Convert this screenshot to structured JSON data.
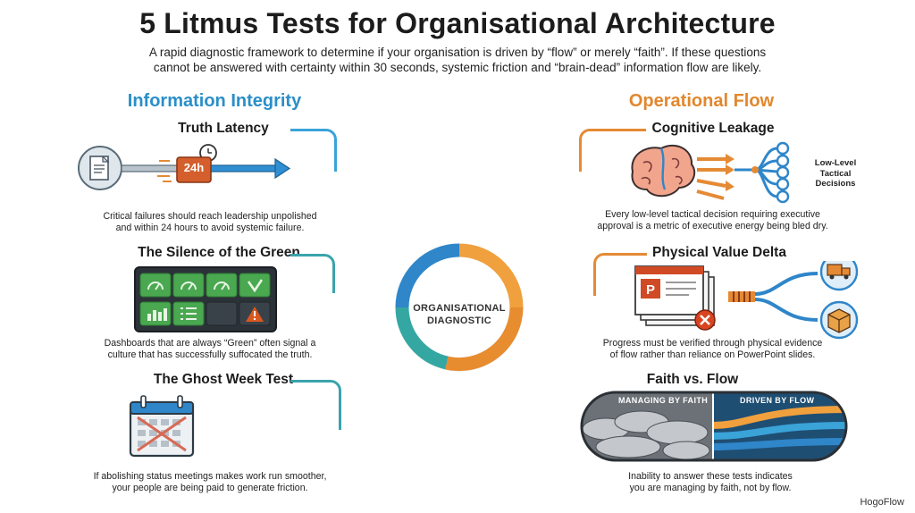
{
  "header": {
    "title": "5 Litmus Tests for Organisational Architecture",
    "subtitle_line1": "A rapid diagnostic framework to determine if your organisation is driven by “flow” or merely “faith”. If these questions",
    "subtitle_line2": "cannot be answered with certainty within 30 seconds, systemic friction and “brain-dead” information flow are likely."
  },
  "left_column": {
    "heading": "Information Integrity",
    "sections": [
      {
        "title": "Truth Latency",
        "badge": "24h",
        "desc_line1": "Critical failures should reach leadership unpolished",
        "desc_line2": "and within 24 hours to avoid systemic failure."
      },
      {
        "title": "The Silence of the Green",
        "desc_line1": "Dashboards that are always “Green” often signal a",
        "desc_line2": "culture that has successfully suffocated the truth."
      },
      {
        "title": "The Ghost Week Test",
        "desc_line1": "If abolishing status meetings makes work run smoother,",
        "desc_line2": "your people are being paid to generate friction."
      }
    ]
  },
  "center": {
    "label_line1": "ORGANISATIONAL",
    "label_line2": "DIAGNOSTIC"
  },
  "right_column": {
    "heading": "Operational Flow",
    "sections": [
      {
        "title": "Cognitive Leakage",
        "side_label_line1": "Low-Level",
        "side_label_line2": "Tactical",
        "side_label_line3": "Decisions",
        "desc_line1": "Every low-level tactical decision requiring executive",
        "desc_line2": "approval is a metric of executive energy being bled dry."
      },
      {
        "title": "Physical Value Delta",
        "desc_line1": "Progress must be verified through physical evidence",
        "desc_line2": "of flow rather than reliance on PowerPoint slides."
      },
      {
        "title": "Faith vs. Flow",
        "faith_label": "MANAGING BY FAITH",
        "flow_label": "DRIVEN BY FLOW",
        "desc_line1": "Inability to answer these tests indicates",
        "desc_line2": "you are managing by faith, not by flow."
      }
    ]
  },
  "footer": {
    "brand": "HogoFlow"
  },
  "colors": {
    "blue_accent": "#2a8fc8",
    "orange_accent": "#e2872d",
    "teal_bracket": "#3aa3ad",
    "dashboard_green": "#49a850"
  }
}
